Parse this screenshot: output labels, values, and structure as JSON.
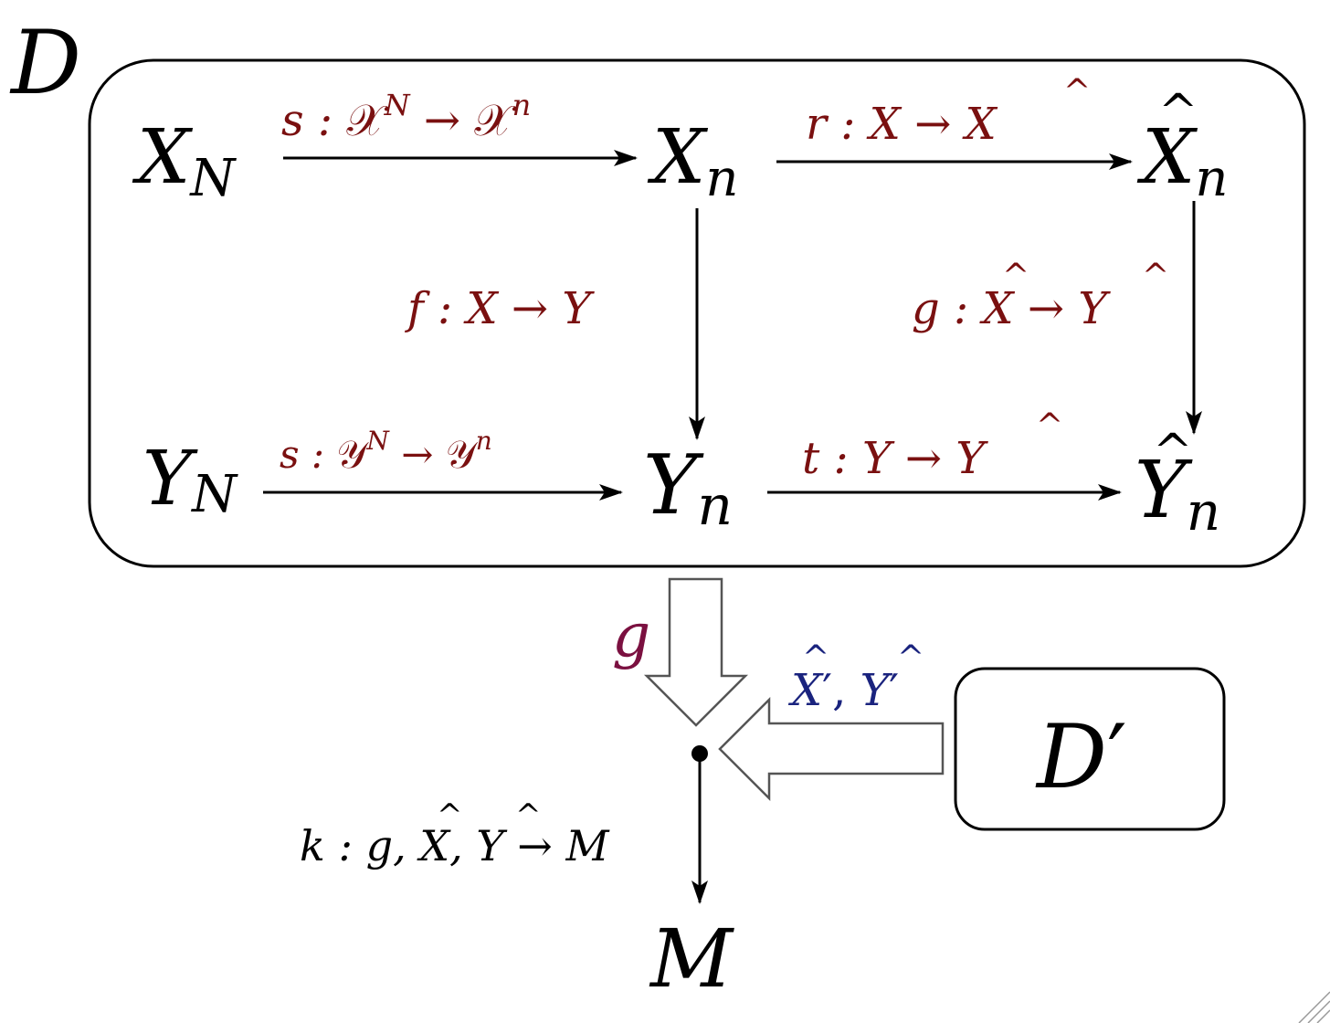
{
  "diagram": {
    "frame_main": {
      "label": "D"
    },
    "frame_side": {
      "label": "D",
      "prime": "′"
    },
    "nodes": {
      "XN": {
        "base": "X",
        "sub": "N"
      },
      "Xn": {
        "base": "X",
        "sub": "n"
      },
      "Xhn": {
        "base": "X",
        "sub": "n",
        "hat": "^"
      },
      "YN": {
        "base": "Y",
        "sub": "N"
      },
      "Yn": {
        "base": "Y",
        "sub": "n"
      },
      "Yhn": {
        "base": "Y",
        "sub": "n",
        "hat": "^"
      },
      "M": {
        "base": "M"
      }
    },
    "labels": {
      "s_top": {
        "a": "s : ",
        "b": "𝒳",
        "c": "N",
        "d": " → ",
        "e": "𝒳",
        "f": "n"
      },
      "r_top": {
        "a": "r : X → ",
        "b": "X",
        "hat": "^"
      },
      "f_vert": {
        "a": "f : X → Y"
      },
      "g_vert": {
        "a": "g : ",
        "b": "X",
        "c": " → ",
        "d": "Y",
        "hat": "^"
      },
      "s_bot": {
        "a": "s : ",
        "b": "𝒴",
        "c": "N",
        "d": " → ",
        "e": "𝒴",
        "f": "n"
      },
      "t_bot": {
        "a": "t : Y → ",
        "b": "Y",
        "hat": "^"
      },
      "g_big": {
        "a": "g"
      },
      "xy_prime": {
        "a": "X",
        "b": "′, ",
        "c": "Y",
        "d": "′",
        "hat": "^"
      },
      "k_label": {
        "a": "k : g, ",
        "b": "X",
        "c": ", ",
        "d": "Y",
        "e": " → M",
        "hat": "^"
      }
    },
    "colors": {
      "red": "#7a1010",
      "blue": "#1a237e",
      "purple": "#7b1040",
      "line": "#000000",
      "hollow_arrow_stroke": "#555555"
    }
  }
}
